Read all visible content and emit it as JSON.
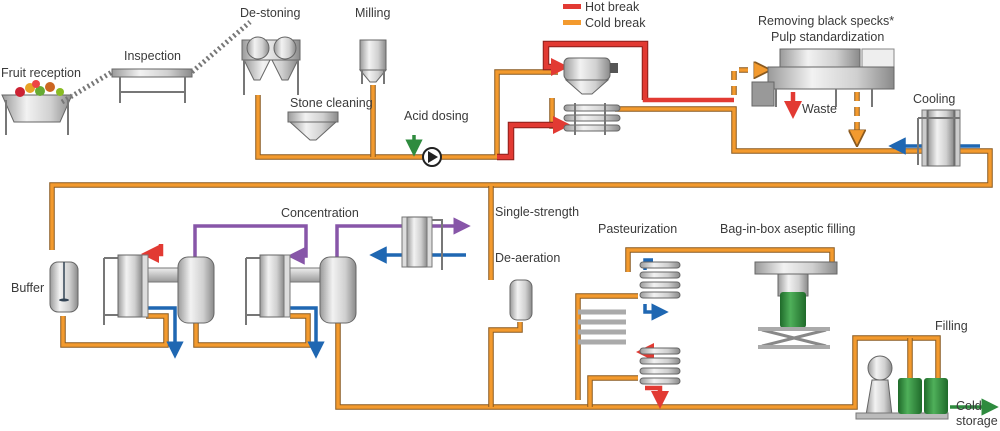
{
  "legend": {
    "hot_break": {
      "label": "Hot break",
      "color": "#e23a33"
    },
    "cold_break": {
      "label": "Cold break",
      "color": "#f39a2e"
    }
  },
  "labels": {
    "fruit_reception": "Fruit reception",
    "inspection": "Inspection",
    "de_stoning": "De-stoning",
    "milling": "Milling",
    "stone_cleaning": "Stone cleaning",
    "acid_dosing": "Acid dosing",
    "removing_black_specks": "Removing black specks*",
    "pulp_standardization": "Pulp standardization",
    "waste": "Waste",
    "cooling": "Cooling",
    "concentration": "Concentration",
    "single_strength": "Single-strength",
    "de_aeration": "De-aeration",
    "buffer": "Buffer",
    "pasteurization": "Pasteurization",
    "bag_in_box": "Bag-in-box aseptic filling",
    "filling": "Filling",
    "cold_storage_line1": "Cold",
    "cold_storage_line2": "storage"
  },
  "colors": {
    "product": "#f39a2e",
    "hot": "#e23a33",
    "cooling_water": "#1f67b2",
    "vapour": "#8756a8",
    "acid": "#2e8b3e",
    "drums": "#2f8a3a"
  }
}
